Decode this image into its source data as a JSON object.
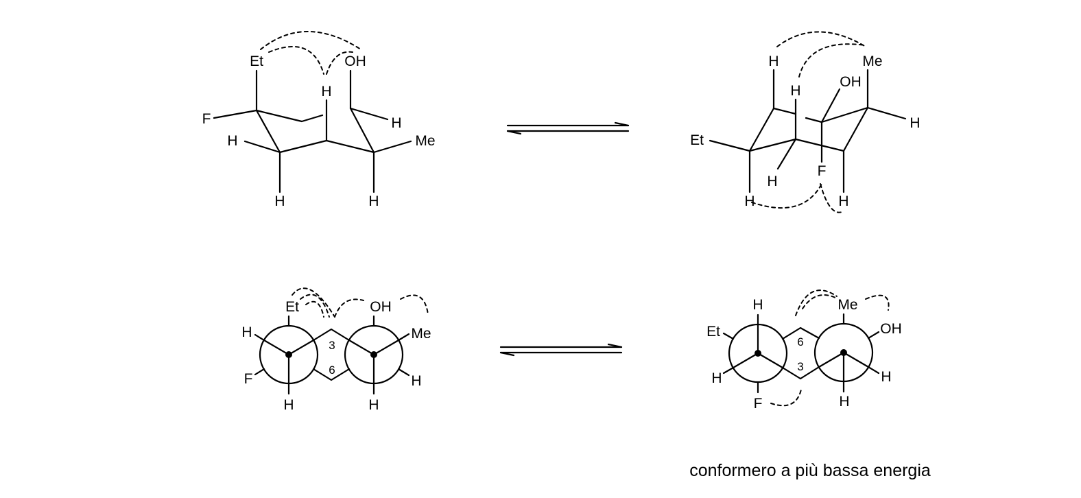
{
  "caption": "conformero a più bassa energia",
  "labels": {
    "et": "Et",
    "oh": "OH",
    "f": "F",
    "h": "H",
    "me": "Me",
    "ring3": "3",
    "ring6": "6"
  },
  "equilibrium_arrows": 2
}
